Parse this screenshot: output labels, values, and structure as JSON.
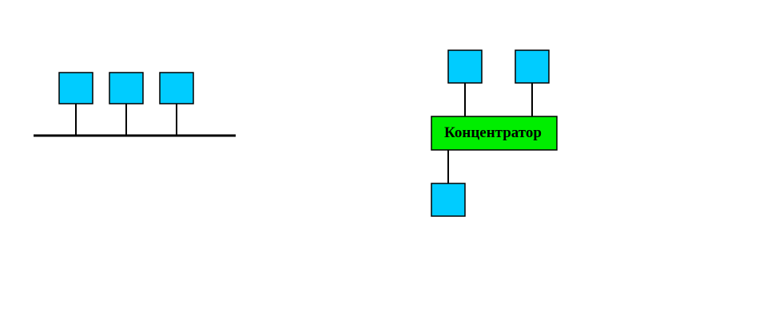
{
  "diagram": {
    "hub_label": "Концентратор",
    "colors": {
      "node_fill": "#00CCFF",
      "hub_fill": "#00EE00",
      "stroke": "#000000",
      "background": "#FFFFFF"
    },
    "bus_topology": {
      "node_count": 3
    },
    "star_topology": {
      "node_count": 3
    }
  }
}
